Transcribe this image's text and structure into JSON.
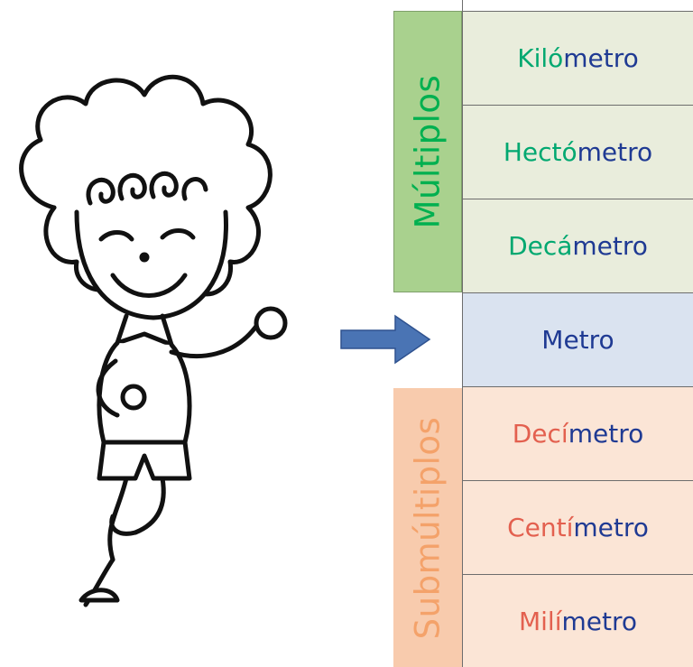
{
  "groups": {
    "multiples_label": "Múltiplos",
    "submultiples_label": "Submúltiplos"
  },
  "units": [
    {
      "prefix": "Kiló",
      "root": "metro",
      "kind": "multiple"
    },
    {
      "prefix": "Hectó",
      "root": "metro",
      "kind": "multiple"
    },
    {
      "prefix": "Decá",
      "root": "metro",
      "kind": "multiple"
    },
    {
      "prefix": "",
      "root": "Metro",
      "kind": "base"
    },
    {
      "prefix": "Decí",
      "root": "metro",
      "kind": "submultiple"
    },
    {
      "prefix": "Centí",
      "root": "metro",
      "kind": "submultiple"
    },
    {
      "prefix": "Milí",
      "root": "metro",
      "kind": "submultiple"
    }
  ],
  "colors": {
    "multiples_bg": "#a9d18e",
    "multiples_text": "#00b050",
    "submultiples_bg": "#f8cbad",
    "submultiples_text": "#f4a26a",
    "base_bg": "#dae3f0",
    "arrow": "#4a74b4",
    "root_text": "#1f3a93"
  },
  "icons": {
    "illustration": "cartoon-child-walking-icon",
    "arrow": "right-arrow-icon"
  }
}
